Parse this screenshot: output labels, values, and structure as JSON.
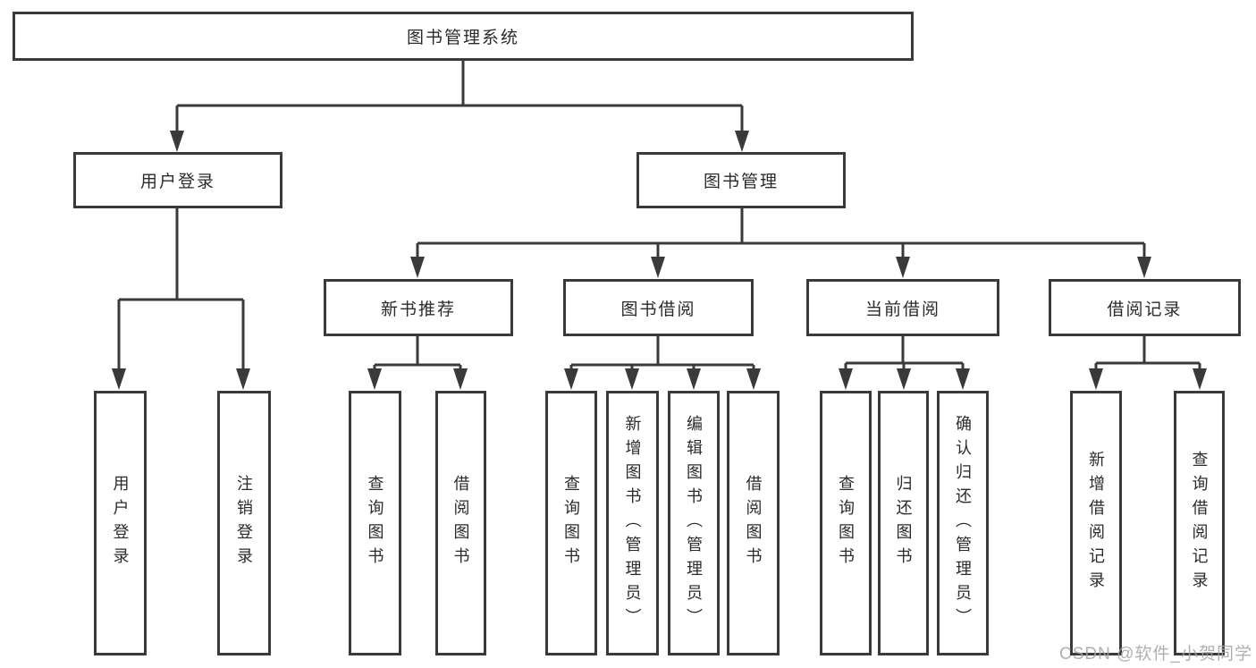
{
  "page": {
    "background": "#ffffff"
  },
  "colors": {
    "line": "#3a3a3a",
    "box_border": "#3a3a3a",
    "text": "#2b2b2b",
    "watermark": "#a6a6a6"
  },
  "tree": {
    "root": {
      "label": "图书管理系统"
    },
    "branches": [
      {
        "label": "用户登录",
        "children": [
          {
            "label": "用户登录"
          },
          {
            "label": "注销登录"
          }
        ]
      },
      {
        "label": "图书管理",
        "children": [
          {
            "label": "新书推荐",
            "children": [
              {
                "label": "查询图书"
              },
              {
                "label": "借阅图书"
              }
            ]
          },
          {
            "label": "图书借阅",
            "children": [
              {
                "label": "查询图书"
              },
              {
                "label": "新增图书（管理员）"
              },
              {
                "label": "编辑图书（管理员）"
              },
              {
                "label": "借阅图书"
              }
            ]
          },
          {
            "label": "当前借阅",
            "children": [
              {
                "label": "查询图书"
              },
              {
                "label": "归还图书"
              },
              {
                "label": "确认归还（管理员）"
              }
            ]
          },
          {
            "label": "借阅记录",
            "children": [
              {
                "label": "新增借阅记录"
              },
              {
                "label": "查询借阅记录"
              }
            ]
          }
        ]
      }
    ]
  },
  "watermark": {
    "text": "CSDN @软件_小贺同学"
  }
}
